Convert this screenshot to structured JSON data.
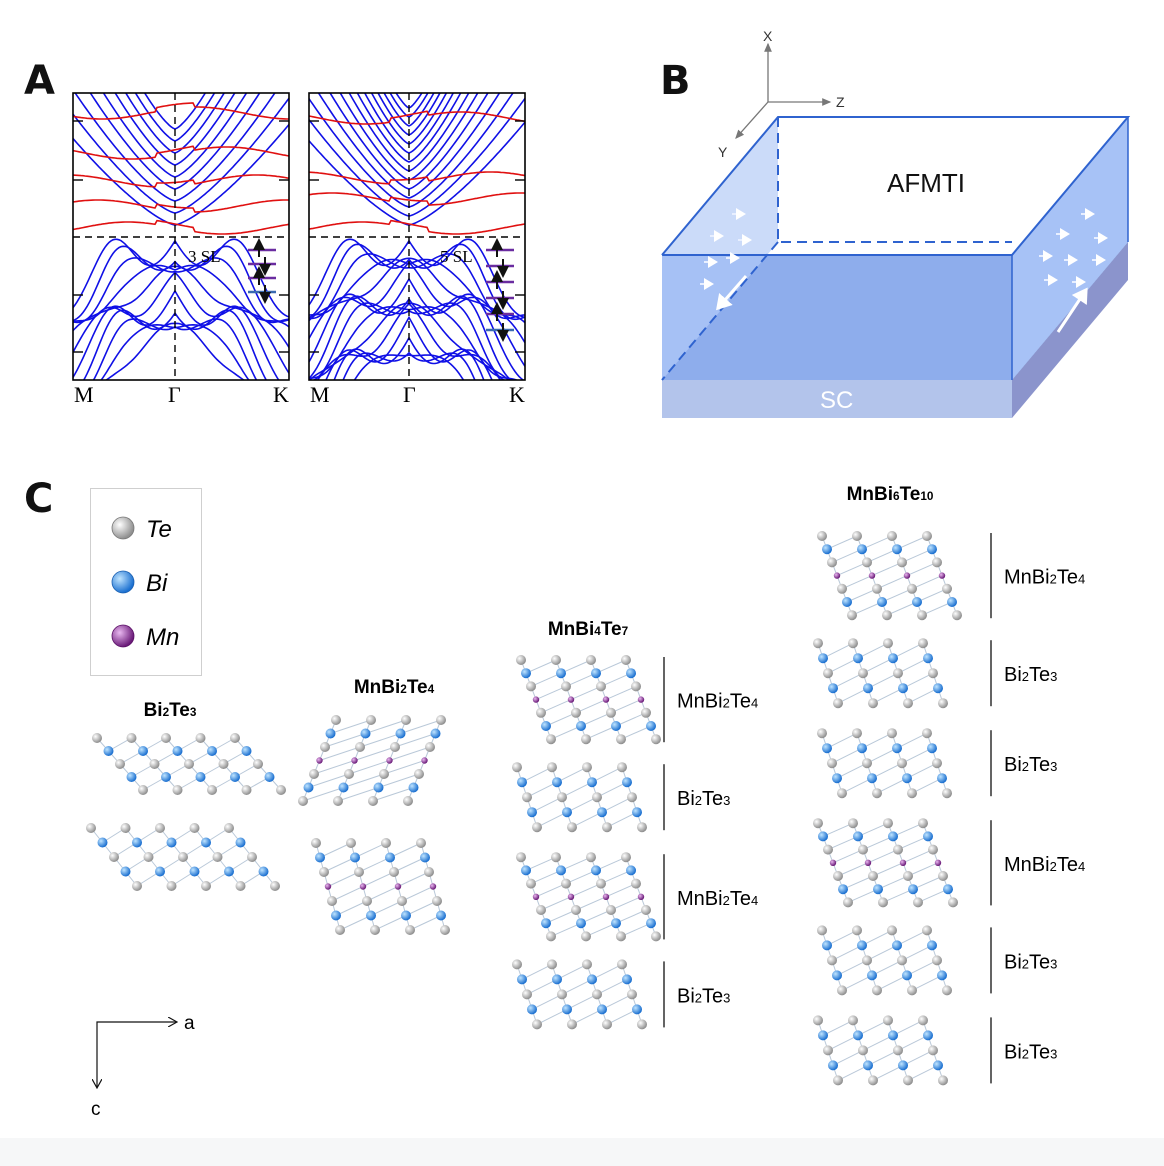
{
  "panels": {
    "a": "A",
    "b": "B",
    "c": "C"
  },
  "band_plots": [
    {
      "label": "3 SL",
      "k_labels": [
        "M",
        "Γ",
        "K"
      ],
      "n_spins": 4
    },
    {
      "label": "5 SL",
      "k_labels": [
        "M",
        "Γ",
        "K"
      ],
      "n_spins": 6
    }
  ],
  "device": {
    "axes": {
      "x": "X",
      "y": "Y",
      "z": "Z"
    },
    "top_label": "AFMTI",
    "substrate_label": "SC"
  },
  "legend": [
    {
      "element": "Te",
      "color": "#b8b8b8"
    },
    {
      "element": "Bi",
      "color": "#2f8ee6"
    },
    {
      "element": "Mn",
      "color": "#8a2c92"
    }
  ],
  "structures": [
    {
      "title_parts": [
        [
          "Bi",
          ""
        ],
        [
          "2",
          "sub"
        ],
        [
          "Te",
          ""
        ],
        [
          "3",
          "sub"
        ]
      ],
      "layers": []
    },
    {
      "title_parts": [
        [
          "MnBi",
          ""
        ],
        [
          "2",
          "sub"
        ],
        [
          "Te",
          ""
        ],
        [
          "4",
          "sub"
        ]
      ],
      "layers": []
    },
    {
      "title_parts": [
        [
          "MnBi",
          ""
        ],
        [
          "4",
          "sub"
        ],
        [
          "Te",
          ""
        ],
        [
          "7",
          "sub"
        ]
      ],
      "layers": [
        [
          [
            "MnBi",
            ""
          ],
          [
            "2",
            "sub"
          ],
          [
            "Te",
            ""
          ],
          [
            "4",
            "sub"
          ]
        ],
        [
          [
            "Bi",
            ""
          ],
          [
            "2",
            "sub"
          ],
          [
            "Te",
            ""
          ],
          [
            "3",
            "sub"
          ]
        ],
        [
          [
            "MnBi",
            ""
          ],
          [
            "2",
            "sub"
          ],
          [
            "Te",
            ""
          ],
          [
            "4",
            "sub"
          ]
        ],
        [
          [
            "Bi",
            ""
          ],
          [
            "2",
            "sub"
          ],
          [
            "Te",
            ""
          ],
          [
            "3",
            "sub"
          ]
        ]
      ]
    },
    {
      "title_parts": [
        [
          "MnBi",
          ""
        ],
        [
          "6",
          "sub"
        ],
        [
          "Te",
          ""
        ],
        [
          "10",
          "sub"
        ]
      ],
      "layers": [
        [
          [
            "MnBi",
            ""
          ],
          [
            "2",
            "sub"
          ],
          [
            "Te",
            ""
          ],
          [
            "4",
            "sub"
          ]
        ],
        [
          [
            "Bi",
            ""
          ],
          [
            "2",
            "sub"
          ],
          [
            "Te",
            ""
          ],
          [
            "3",
            "sub"
          ]
        ],
        [
          [
            "Bi",
            ""
          ],
          [
            "2",
            "sub"
          ],
          [
            "Te",
            ""
          ],
          [
            "3",
            "sub"
          ]
        ],
        [
          [
            "MnBi",
            ""
          ],
          [
            "2",
            "sub"
          ],
          [
            "Te",
            ""
          ],
          [
            "4",
            "sub"
          ]
        ],
        [
          [
            "Bi",
            ""
          ],
          [
            "2",
            "sub"
          ],
          [
            "Te",
            ""
          ],
          [
            "3",
            "sub"
          ]
        ],
        [
          [
            "Bi",
            ""
          ],
          [
            "2",
            "sub"
          ],
          [
            "Te",
            ""
          ],
          [
            "3",
            "sub"
          ]
        ]
      ]
    }
  ],
  "lattice_axes": {
    "a": "a",
    "c": "c"
  },
  "colors": {
    "band_blue": "#1010e6",
    "band_red": "#e01010",
    "spin_purple": "#6a2ca0",
    "spin_blue": "#3a6ab0"
  }
}
